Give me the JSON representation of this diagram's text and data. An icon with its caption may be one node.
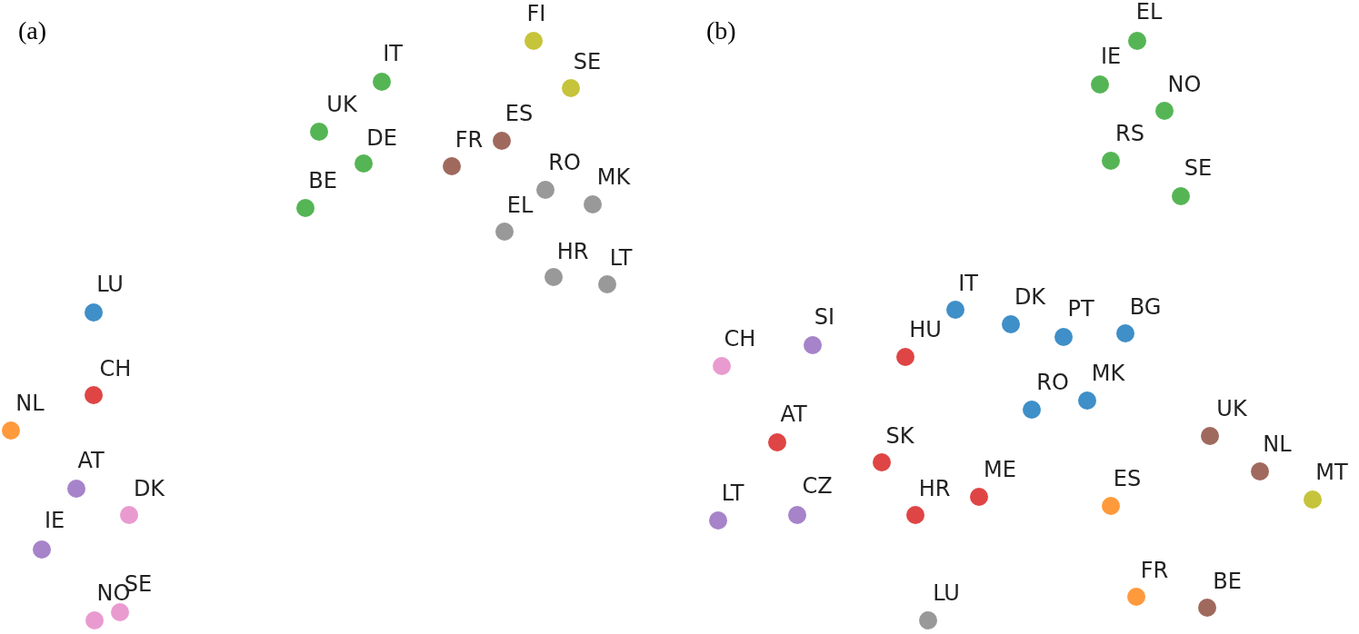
{
  "diagram": {
    "labels": [
      "(a)",
      "FI",
      "SE",
      "IT",
      "UK",
      "ES",
      "DE",
      "FR",
      "BE",
      "RO",
      "MK",
      "EL",
      "HR",
      "LT",
      "LU",
      "CH",
      "NL",
      "AT",
      "DK",
      "IE",
      "SE",
      "NO",
      "(b)",
      "EL",
      "IE",
      "NO",
      "RS",
      "SE",
      "IT",
      "DK",
      "PT",
      "BG",
      "SI",
      "HU",
      "CH",
      "MK",
      "RO",
      "UK",
      "AT",
      "SK",
      "NL",
      "ME",
      "MT",
      "HR",
      "CZ",
      "LT",
      "ES",
      "FR",
      "BE",
      "LU"
    ]
  }
}
